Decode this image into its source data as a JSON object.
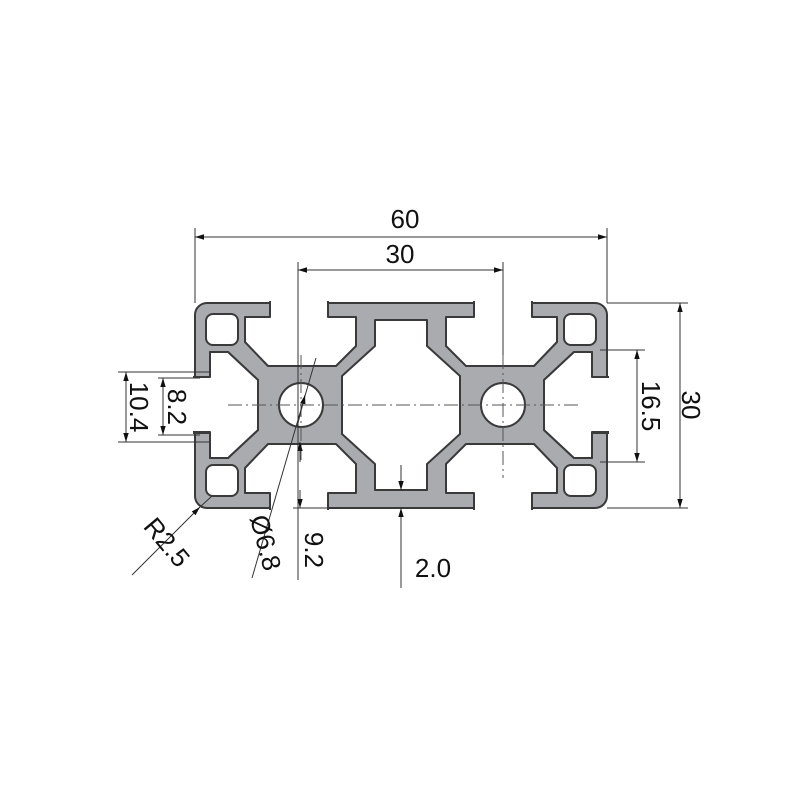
{
  "drawing": {
    "title": "60x30 aluminium profile cross-section",
    "profile_color": "#a9abae",
    "outline_color": "#3a3a3a",
    "dimensions": {
      "overall_width": "60",
      "hole_spacing": "30",
      "overall_height": "30",
      "slot_inner": "16.5",
      "slot_opening_outer": "10.4",
      "slot_opening_inner": "8.2",
      "corner_radius": "R2.5",
      "hole_diameter": "Ø6.8",
      "slot_depth": "9.2",
      "wall_thickness": "2.0"
    }
  }
}
